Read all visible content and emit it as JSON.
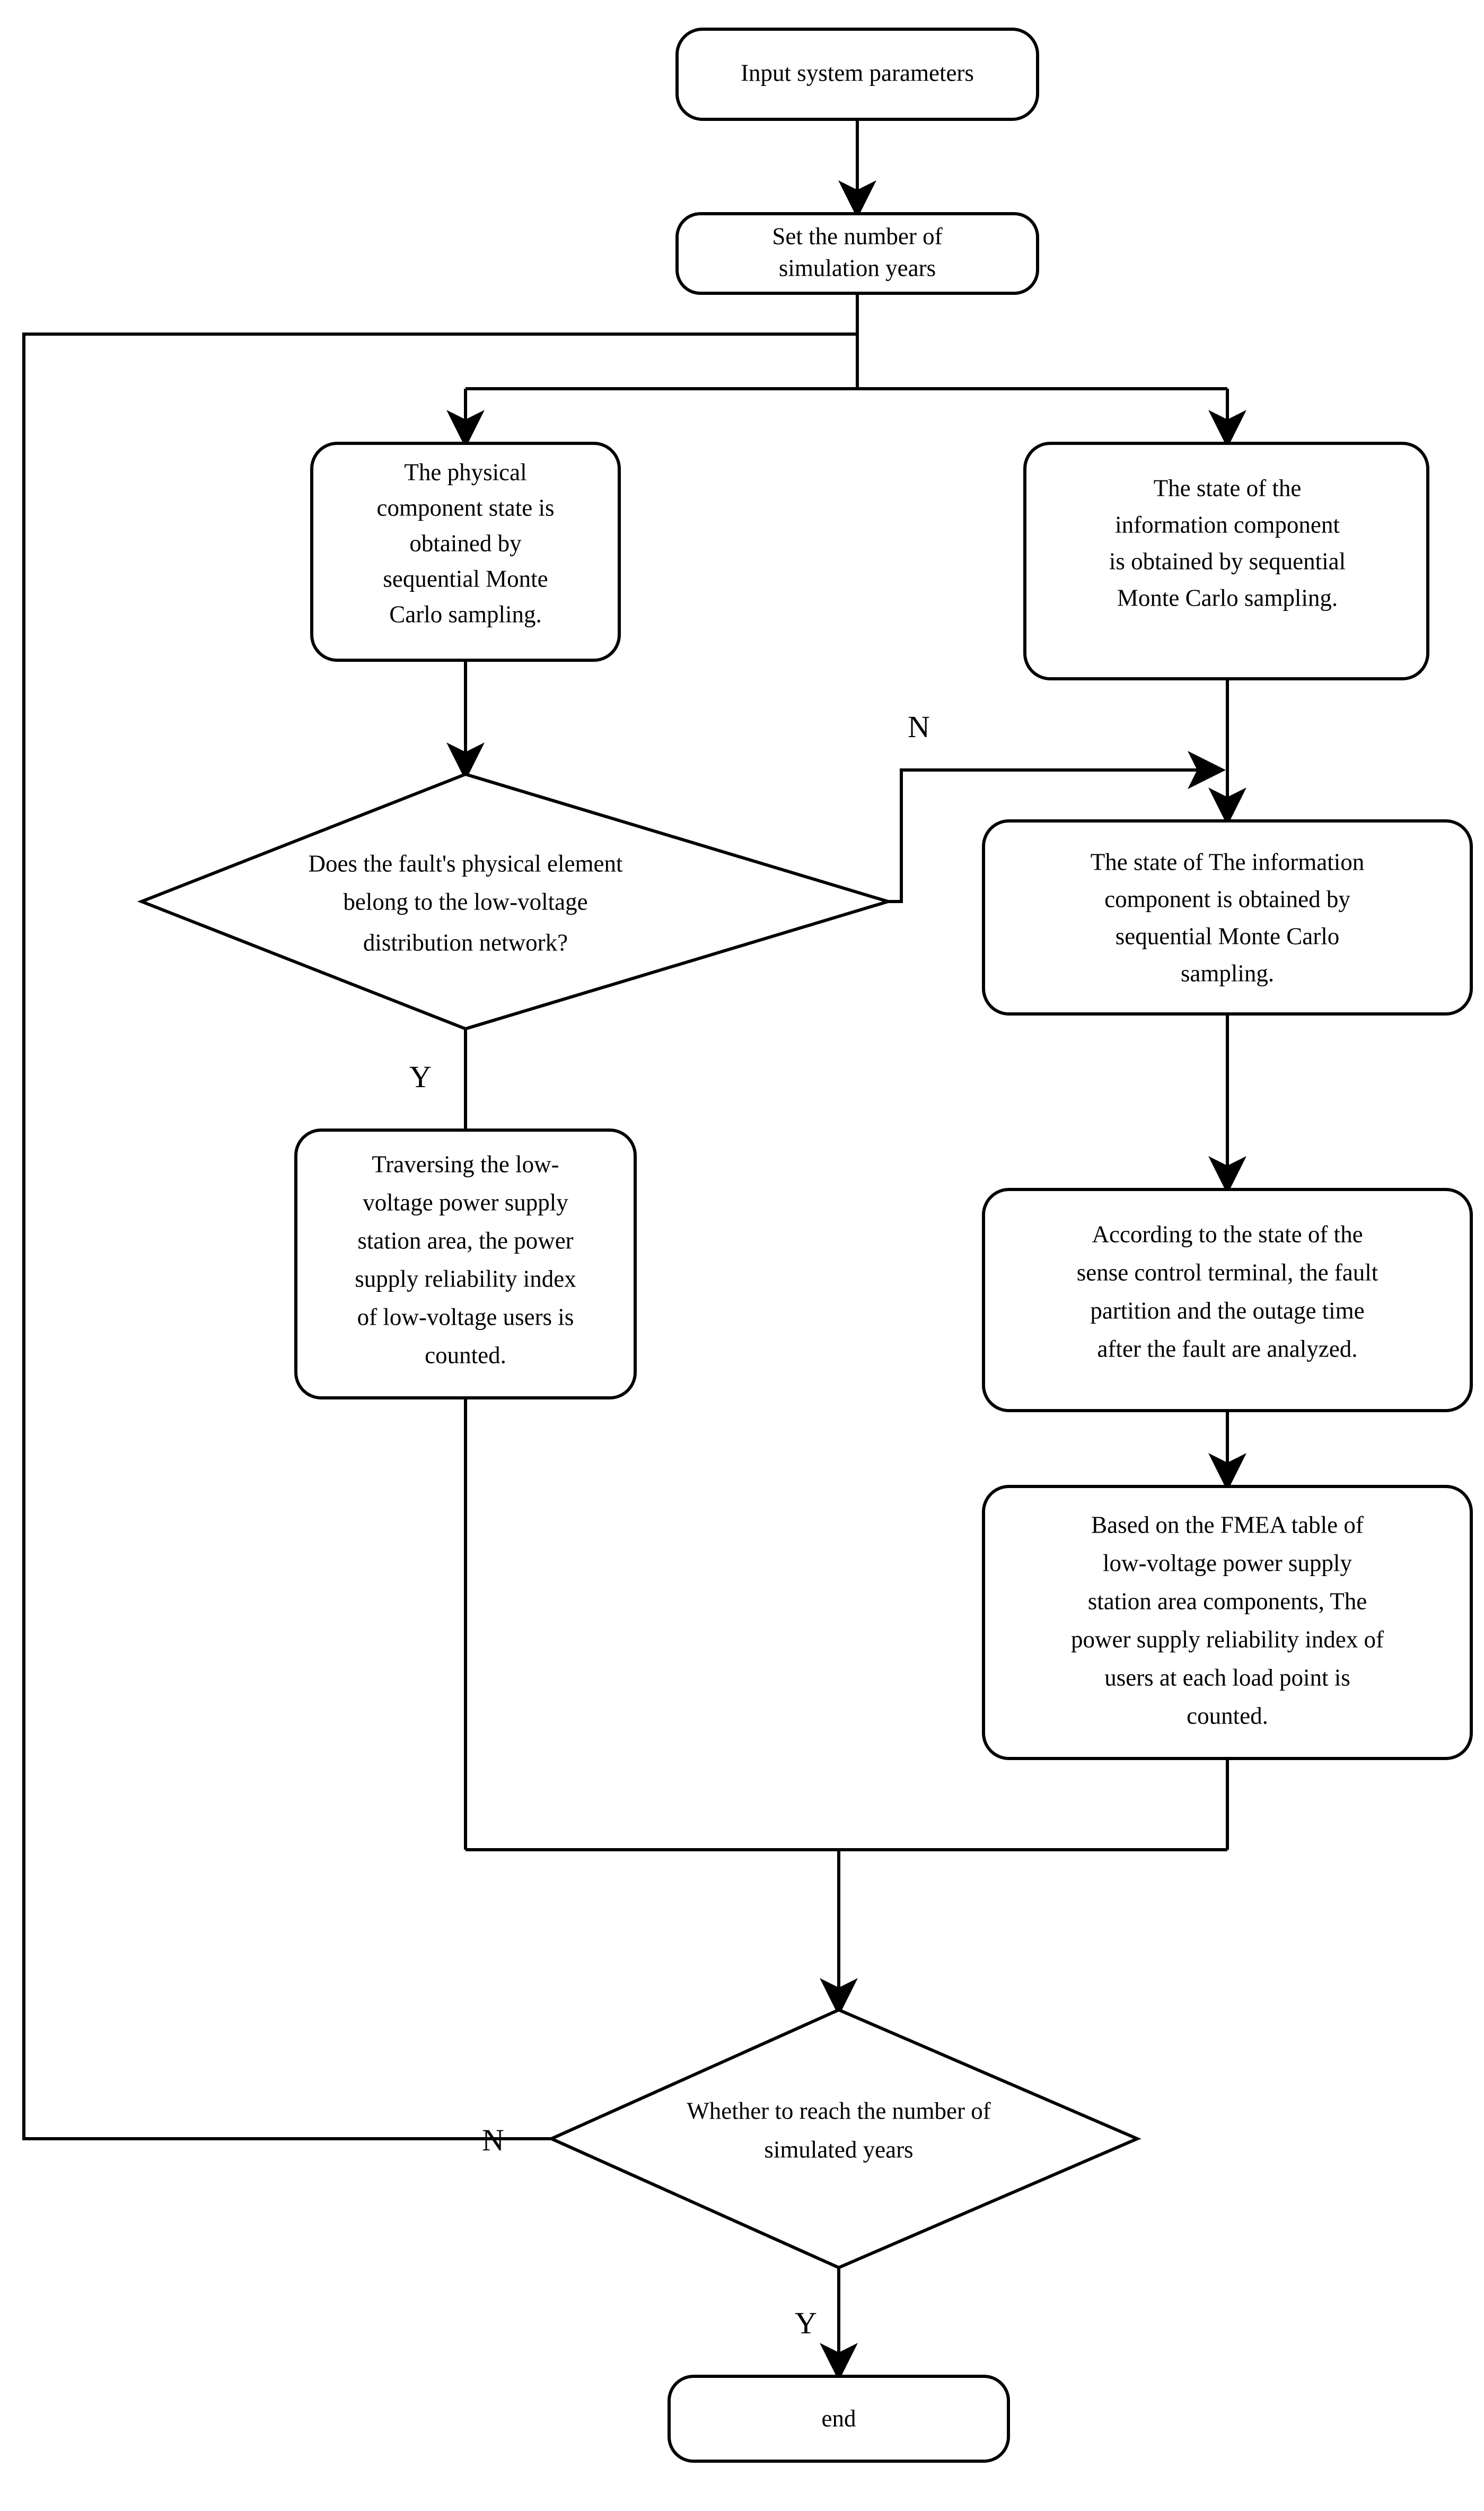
{
  "diagram": {
    "type": "flowchart",
    "title": "Sequential Monte Carlo reliability evaluation flowchart",
    "colors": {
      "background": "#ffffff",
      "stroke": "#000000",
      "text": "#000000"
    },
    "nodes": [
      {
        "id": "start",
        "shape": "rounded-rectangle",
        "lines": [
          "Input system parameters"
        ]
      },
      {
        "id": "set-years",
        "shape": "rounded-rectangle",
        "lines": [
          "Set the number of",
          "simulation years"
        ]
      },
      {
        "id": "physical-state",
        "shape": "rounded-rectangle",
        "lines": [
          "The physical",
          "component state is",
          "obtained by",
          "sequential Monte",
          "Carlo sampling."
        ]
      },
      {
        "id": "info-state",
        "shape": "rounded-rectangle",
        "lines": [
          "The state of the",
          "information component",
          "is obtained by sequential",
          "Monte Carlo sampling."
        ]
      },
      {
        "id": "decision-lv",
        "shape": "diamond",
        "lines": [
          "Does the fault's physical element",
          "belong to the low-voltage",
          "distribution network?"
        ]
      },
      {
        "id": "info-state-2",
        "shape": "rounded-rectangle",
        "lines": [
          "The state of The information",
          "component is obtained by",
          "sequential Monte Carlo",
          "sampling."
        ]
      },
      {
        "id": "traverse-lv",
        "shape": "rounded-rectangle",
        "lines": [
          "Traversing the low-",
          "voltage power supply",
          "station area, the power",
          "supply reliability index",
          "of low-voltage users is",
          "counted."
        ]
      },
      {
        "id": "sense-terminal",
        "shape": "rounded-rectangle",
        "lines": [
          "According to the state of the",
          "sense control terminal, the fault",
          "partition and the outage time",
          "after the fault are analyzed."
        ]
      },
      {
        "id": "fmea",
        "shape": "rounded-rectangle",
        "lines": [
          "Based on the FMEA table of",
          "low-voltage power supply",
          "station area components, The",
          "power supply reliability index of",
          "users at each load point is",
          "counted."
        ]
      },
      {
        "id": "decision-years",
        "shape": "diamond",
        "lines": [
          "Whether to reach the number of",
          "simulated years"
        ]
      },
      {
        "id": "end",
        "shape": "rounded-rectangle",
        "lines": [
          "end"
        ]
      }
    ],
    "branch_labels": {
      "decision_lv_no": "N",
      "decision_lv_yes": "Y",
      "decision_years_no": "N",
      "decision_years_yes": "Y"
    }
  }
}
